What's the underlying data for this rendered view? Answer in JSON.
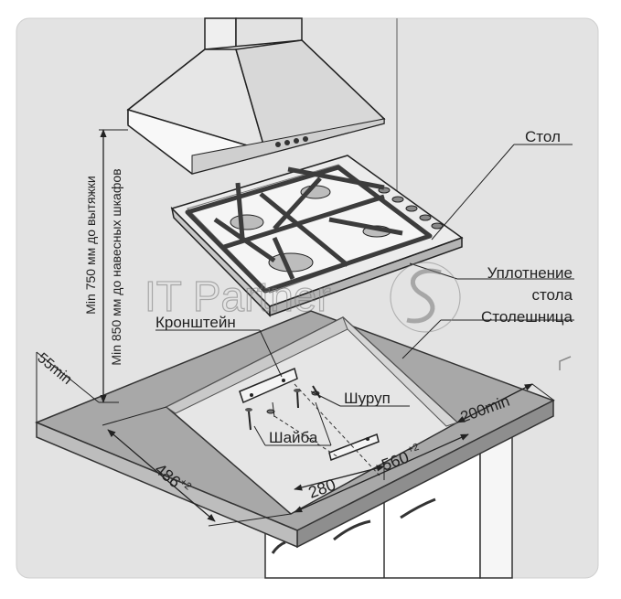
{
  "labels": {
    "stol": "Стол",
    "uplotnenie_1": "Уплотнение",
    "uplotnenie_2": "стола",
    "stoleshnica": "Столешница",
    "kronshtein": "Кронштейн",
    "shurup": "Шуруп",
    "shaiba": "Шайба"
  },
  "vertical": {
    "line1": "Min 750 мм до вытяжки",
    "line2": "Min 850 мм до навесных шкафов"
  },
  "dimensions": {
    "d55": "55min",
    "d486": "486",
    "d486_sup": "+2",
    "d280": "280",
    "d560": "560",
    "d560_sup": "+2",
    "d200": "200min"
  },
  "watermark": "IT Partner",
  "colors": {
    "background_panel": "#e3e3e3",
    "countertop": "#a8a8a8",
    "cutout": "#e6e6e6",
    "hob": "#ececec",
    "grate": "#3c3c3c",
    "line": "#222222"
  }
}
